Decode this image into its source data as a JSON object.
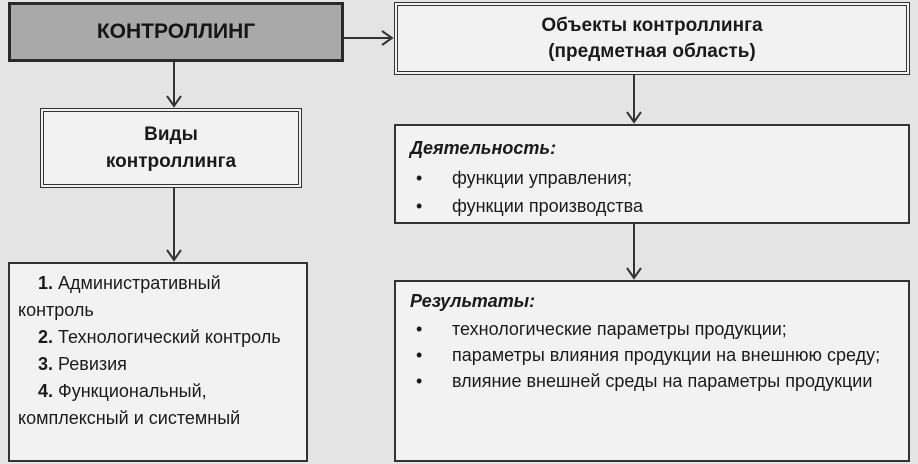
{
  "main": {
    "title": "КОНТРОЛЛИНГ"
  },
  "objects": {
    "line1": "Объекты контроллинга",
    "line2": "(предметная область)"
  },
  "types": {
    "line1": "Виды",
    "line2": "контроллинга"
  },
  "types_list": [
    {
      "num": "1.",
      "text": "Административный контроль"
    },
    {
      "num": "2.",
      "text": "Технологический контроль"
    },
    {
      "num": "3.",
      "text": "Ревизия"
    },
    {
      "num": "4.",
      "text": "Функциональный, комплексный и системный"
    }
  ],
  "activity": {
    "title": "Деятельность:",
    "items": [
      "функции управления;",
      "функции производства"
    ]
  },
  "results": {
    "title": "Результаты:",
    "items": [
      "технологические параметры продукции;",
      "параметры влияния продукции на внешнюю среду;",
      "влияние внешней среды на параметры продукции"
    ]
  }
}
